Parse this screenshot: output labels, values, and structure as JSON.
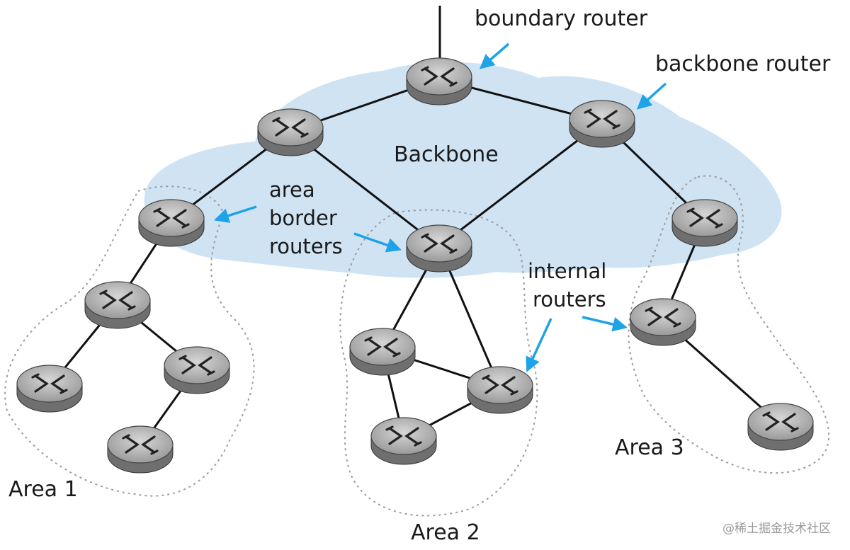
{
  "labels": {
    "boundary_router": "boundary router",
    "backbone_router": "backbone router",
    "backbone": "Backbone",
    "area_border_routers": [
      "area",
      "border",
      "routers"
    ],
    "internal_routers": [
      "internal",
      "routers"
    ],
    "area1": "Area 1",
    "area2": "Area 2",
    "area3": "Area 3"
  },
  "watermark": "@稀土掘金技术社区",
  "colors": {
    "backbone_fill": "#cfe3f3",
    "arrow": "#1ea3e6",
    "router_top": "#a9a9a9",
    "router_side": "#6f6f6f",
    "link": "#111111"
  },
  "icons": {
    "router": "router-icon"
  }
}
